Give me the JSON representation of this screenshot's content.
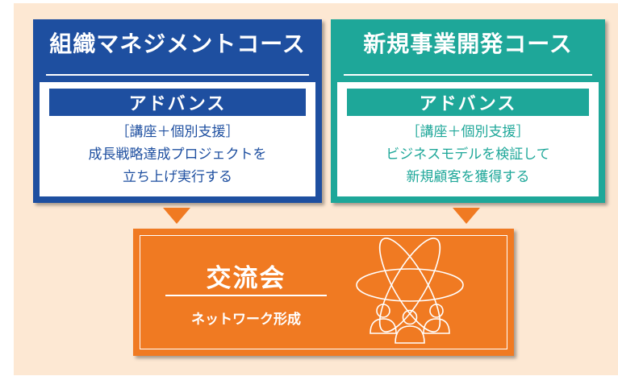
{
  "colors": {
    "background": "#fde8d3",
    "left_accent": "#1e4fa0",
    "right_accent": "#1ea799",
    "event_accent": "#f07a22"
  },
  "left_course": {
    "title": "組織マネジメントコース",
    "level": "アドバンス",
    "format": "［講座＋個別支援］",
    "description_line1": "成長戦略達成プロジェクトを",
    "description_line2": "立ち上げ実行する"
  },
  "right_course": {
    "title": "新規事業開発コース",
    "level": "アドバンス",
    "format": "［講座＋個別支援］",
    "description_line1": "ビジネスモデルを検証して",
    "description_line2": "新規顧客を獲得する"
  },
  "event": {
    "title": "交流会",
    "subtitle": "ネットワーク形成",
    "icon": "people-network-icon"
  }
}
